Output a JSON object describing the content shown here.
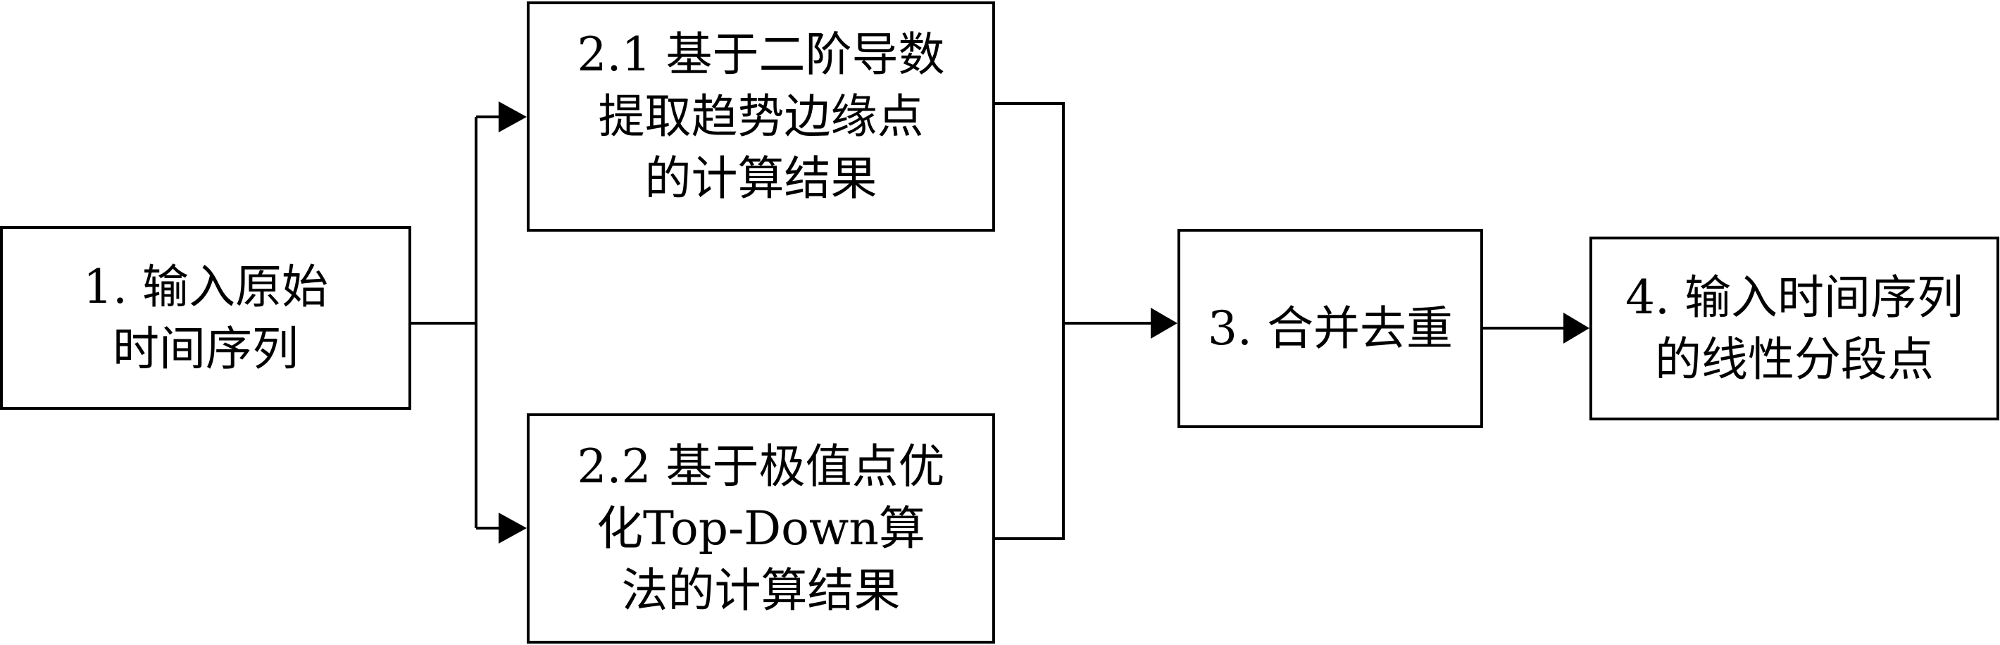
{
  "diagram": {
    "nodes": {
      "input": {
        "lines": [
          "1. 输入原始",
          "时间序列"
        ]
      },
      "method_2_1": {
        "lines": [
          "2.1 基于二阶导数",
          "提取趋势边缘点",
          "的计算结果"
        ]
      },
      "method_2_2": {
        "lines": [
          "2.2 基于极值点优",
          "化Top-Down算",
          "法的计算结果"
        ]
      },
      "merge": {
        "lines": [
          "3. 合并去重"
        ]
      },
      "output": {
        "lines": [
          "4. 输入时间序列",
          "的线性分段点"
        ]
      }
    },
    "edges": [
      {
        "from": "input",
        "to": "method_2_1"
      },
      {
        "from": "input",
        "to": "method_2_2"
      },
      {
        "from": "method_2_1",
        "to": "merge"
      },
      {
        "from": "method_2_2",
        "to": "merge"
      },
      {
        "from": "merge",
        "to": "output"
      }
    ],
    "colors": {
      "stroke": "#000000",
      "background": "#ffffff",
      "text": "#000000"
    }
  }
}
